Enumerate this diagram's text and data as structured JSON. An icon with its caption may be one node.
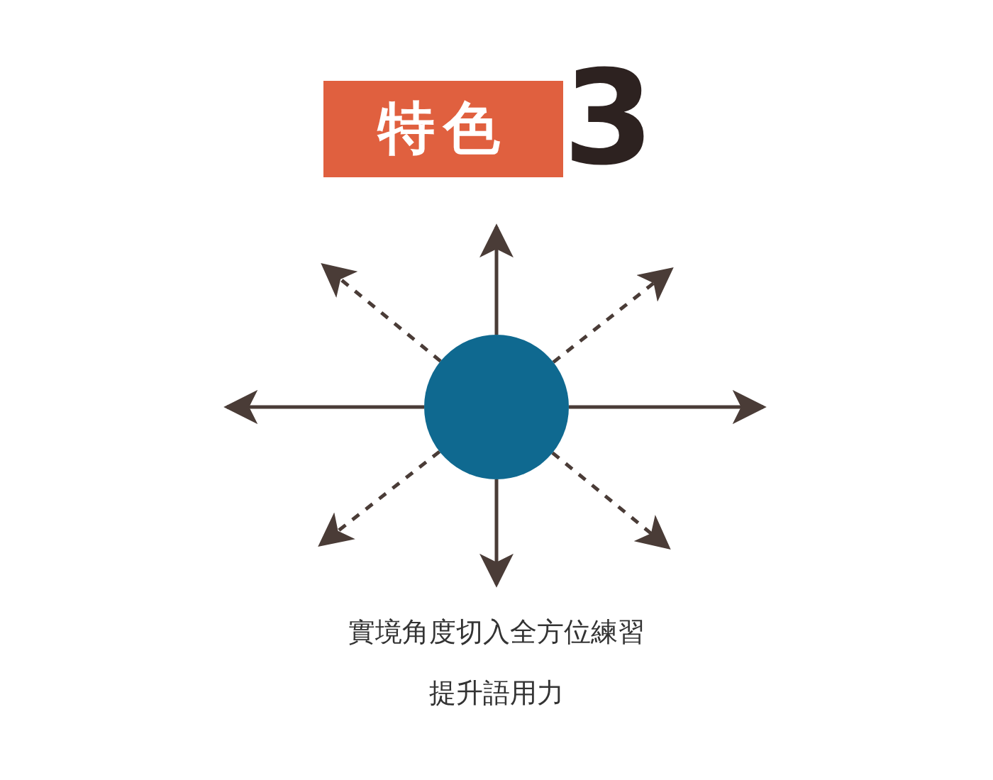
{
  "diagram": {
    "caption": "實境角度切入全方位練習提升語用力",
    "nodes": [
      {
        "text": [
          "特色"
        ],
        "beside": [
          "3"
        ]
      },
      {
        "text": [],
        "shape": "circle"
      }
    ],
    "edges": [
      {
        "from": 1,
        "to": null,
        "arrow": "to"
      },
      {
        "from": 1,
        "to": null,
        "arrow": "to",
        "style": "dashed"
      },
      {
        "from": 1,
        "to": null,
        "arrow": "to"
      },
      {
        "from": 1,
        "to": null,
        "arrow": "to",
        "style": "dashed"
      },
      {
        "from": 1,
        "to": null,
        "arrow": "to"
      },
      {
        "from": 1,
        "to": null,
        "arrow": "to",
        "style": "dashed"
      },
      {
        "from": 1,
        "to": null,
        "arrow": "to"
      },
      {
        "from": 1,
        "to": null,
        "arrow": "to",
        "style": "dashed"
      }
    ]
  }
}
